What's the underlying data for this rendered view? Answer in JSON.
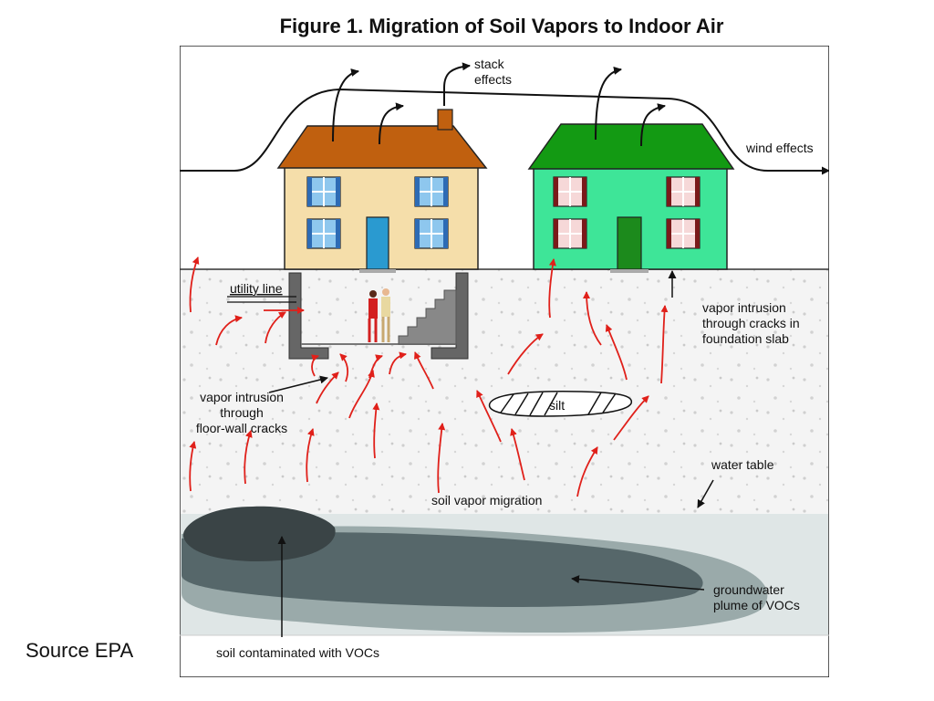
{
  "title": "Figure 1. Migration of Soil Vapors to Indoor Air",
  "source": "Source EPA",
  "labels": {
    "stack_effects": [
      "stack",
      "effects"
    ],
    "wind_effects": "wind effects",
    "utility_line": "utility line",
    "slab_cracks": [
      "vapor intrusion",
      "through cracks in",
      "foundation slab"
    ],
    "floor_wall": [
      "vapor intrusion",
      "through",
      "floor-wall cracks"
    ],
    "silt": "silt",
    "water_table": "water table",
    "soil_vapor": "soil vapor migration",
    "plume": [
      "groundwater",
      "plume of VOCs"
    ],
    "contaminated": "soil contaminated with VOCs"
  },
  "colors": {
    "soil": "#f4f4f4",
    "water": "#dfe6e6",
    "plume_outer": "#9aaaaa",
    "plume_inner": "#56676a",
    "contaminated_soil": "#3a4446",
    "house1_wall": "#f5deaa",
    "house1_roof": "#c0600f",
    "house1_door": "#2a9ad0",
    "house2_wall": "#3ee598",
    "house2_roof": "#139a13",
    "house2_door": "#1c8a1c",
    "vapor_arrow": "#e0201a"
  }
}
